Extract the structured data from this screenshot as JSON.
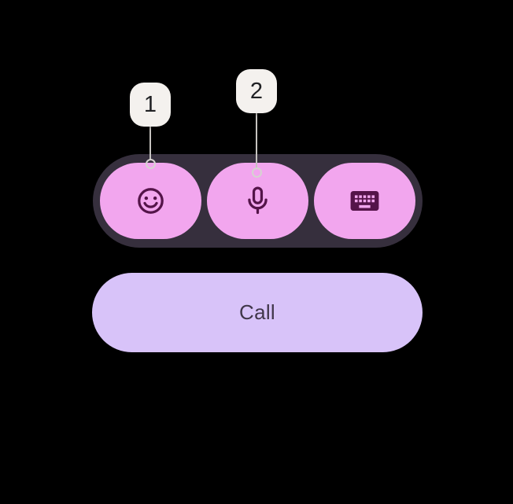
{
  "annotations": {
    "items": [
      {
        "label": "1",
        "target": "emoji-button"
      },
      {
        "label": "2",
        "target": "microphone-button"
      }
    ],
    "badge_bg": "#f4f1ee",
    "badge_text_color": "#202124",
    "line_color": "#c6c3c0"
  },
  "toolbar": {
    "bg": "#362f3d",
    "button_bg": "#f2a6ee",
    "icon_color": "#541449",
    "buttons": [
      {
        "icon": "emoji-smile-icon"
      },
      {
        "icon": "microphone-icon"
      },
      {
        "icon": "keyboard-icon"
      }
    ]
  },
  "call": {
    "label": "Call",
    "bg": "#d8c3f9",
    "text_color": "#40364a"
  }
}
